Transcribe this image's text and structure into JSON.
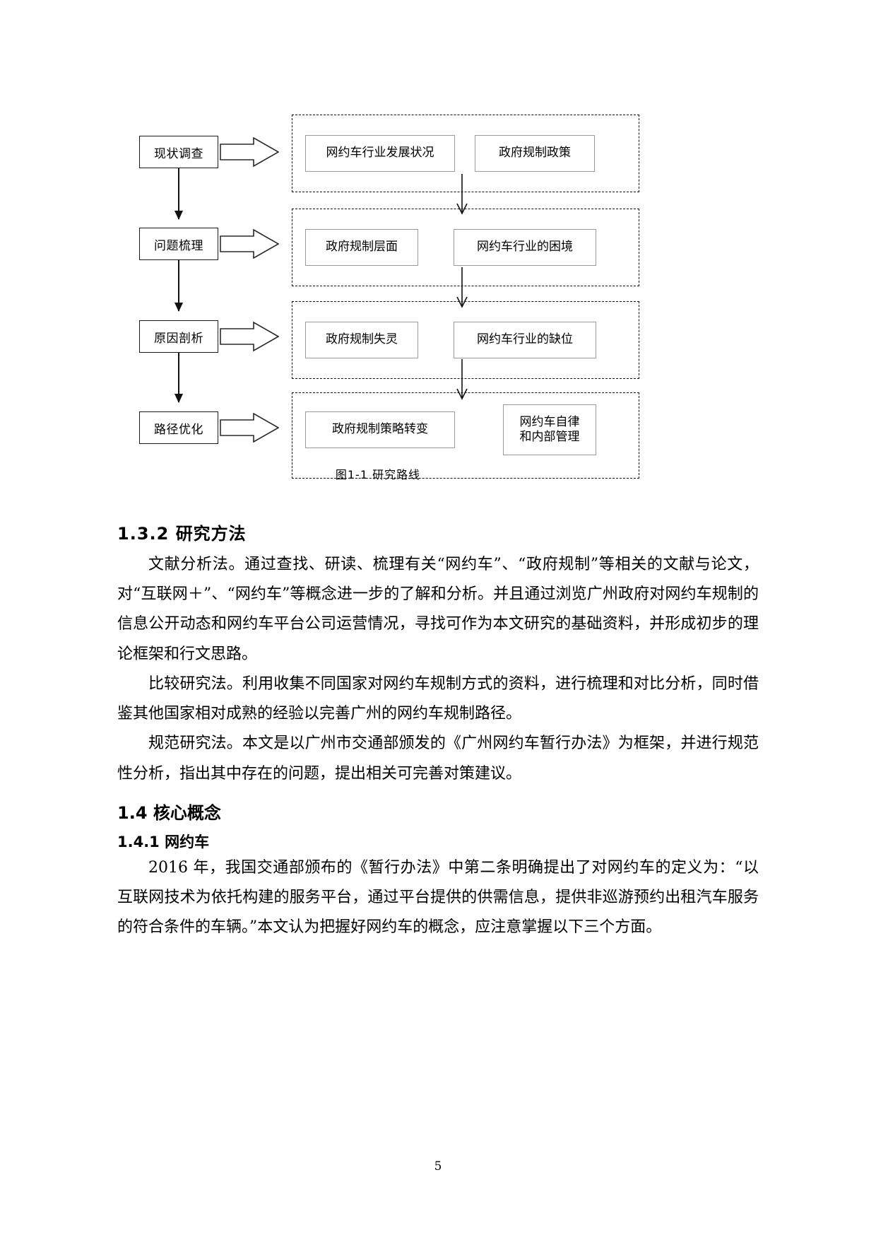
{
  "figure": {
    "caption": "图1-1 研究路线",
    "stages": [
      {
        "label": "现状调查"
      },
      {
        "label": "问题梳理"
      },
      {
        "label": "原因剖析"
      },
      {
        "label": "路径优化"
      }
    ],
    "groups": [
      {
        "items": [
          {
            "label": "网约车行业发展状况"
          },
          {
            "label": "政府规制政策"
          }
        ]
      },
      {
        "items": [
          {
            "label": "政府规制层面"
          },
          {
            "label": "网约车行业的困境"
          }
        ]
      },
      {
        "items": [
          {
            "label": "政府规制失灵"
          },
          {
            "label": "网约车行业的缺位"
          }
        ]
      },
      {
        "items": [
          {
            "label": "政府规制策略转变"
          },
          {
            "label": "网约车自律\n和内部管理"
          }
        ]
      }
    ]
  },
  "sections": {
    "s132_heading": "1.3.2 研究方法",
    "s132_p1": "文献分析法。通过查找、研读、梳理有关“网约车”、“政府规制”等相关的文献与论文，对“互联网＋”、“网约车”等概念进一步的了解和分析。并且通过浏览广州政府对网约车规制的信息公开动态和网约车平台公司运营情况，寻找可作为本文研究的基础资料，并形成初步的理论框架和行文思路。",
    "s132_p2": "比较研究法。利用收集不同国家对网约车规制方式的资料，进行梳理和对比分析，同时借鉴其他国家相对成熟的经验以完善广州的网约车规制路径。",
    "s132_p3": "规范研究法。本文是以广州市交通部颁发的《广州网约车暂行办法》为框架，并进行规范性分析，指出其中存在的问题，提出相关可完善对策建议。",
    "s14_heading": "1.4 核心概念",
    "s141_heading": "1.4.1 网约车",
    "s141_p1": "2016 年，我国交通部颁布的《暂行办法》中第二条明确提出了对网约车的定义为：“以互联网技术为依托构建的服务平台，通过平台提供的供需信息，提供非巡游预约出租汽车服务的符合条件的车辆。”本文认为把握好网约车的概念，应注意掌握以下三个方面。"
  },
  "footer": {
    "page_number": "5"
  }
}
